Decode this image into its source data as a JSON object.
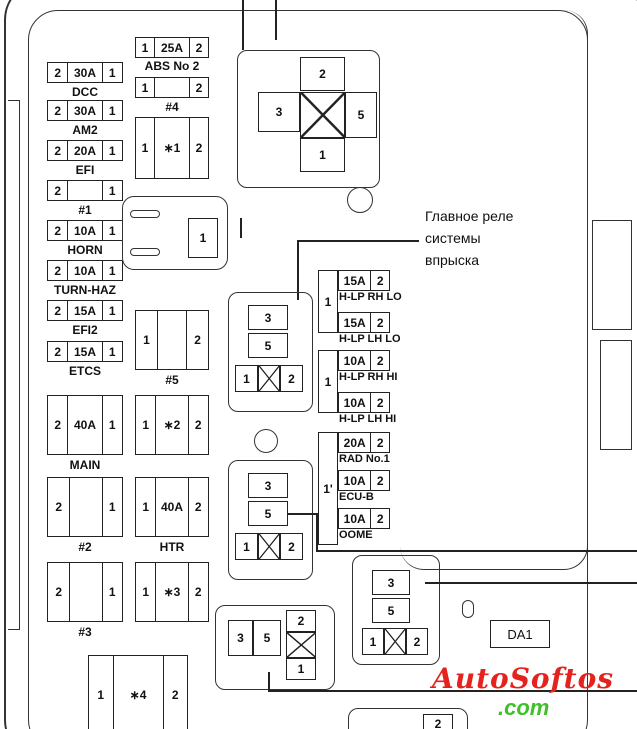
{
  "left_fuses": [
    {
      "pin_a": "2",
      "rating": "30A",
      "pin_b": "1",
      "name": "DCC"
    },
    {
      "pin_a": "2",
      "rating": "30A",
      "pin_b": "1",
      "name": "AM2"
    },
    {
      "pin_a": "2",
      "rating": "20A",
      "pin_b": "1",
      "name": "EFI"
    },
    {
      "pin_a": "2",
      "rating": "",
      "pin_b": "1",
      "name": "#1"
    },
    {
      "pin_a": "2",
      "rating": "10A",
      "pin_b": "1",
      "name": "HORN"
    },
    {
      "pin_a": "2",
      "rating": "10A",
      "pin_b": "1",
      "name": "TURN-HAZ"
    },
    {
      "pin_a": "2",
      "rating": "15A",
      "pin_b": "1",
      "name": "EFI2"
    },
    {
      "pin_a": "2",
      "rating": "15A",
      "pin_b": "1",
      "name": "ETCS"
    }
  ],
  "abs": {
    "pin_a": "1",
    "rating": "25A",
    "pin_b": "2",
    "name": "ABS No 2"
  },
  "f4": {
    "pin_a": "1",
    "pin_b": "2",
    "name": "#4"
  },
  "star1": {
    "pin_a": "1",
    "mid": "∗1",
    "pin_b": "2"
  },
  "connector": {
    "pin": "1"
  },
  "f5": {
    "pin_a": "1",
    "pin_b": "2",
    "name": "#5"
  },
  "main": {
    "pin_a": "2",
    "rating": "40A",
    "pin_b": "1",
    "name": "MAIN"
  },
  "star2": {
    "pin_a": "1",
    "mid": "∗2",
    "pin_b": "2"
  },
  "f2": {
    "pin_a": "2",
    "pin_b": "1",
    "name": "#2"
  },
  "htr": {
    "pin_a": "1",
    "rating": "40A",
    "pin_b": "2",
    "name": "HTR"
  },
  "f3": {
    "pin_a": "2",
    "pin_b": "1",
    "name": "#3"
  },
  "star3": {
    "pin_a": "1",
    "mid": "∗3",
    "pin_b": "2"
  },
  "star4": {
    "pin_a": "1",
    "mid": "∗4",
    "pin_b": "2"
  },
  "top_relay": {
    "p2": "2",
    "p3": "3",
    "p5": "5",
    "p1": "1"
  },
  "relay_a": {
    "p3": "3",
    "p5": "5",
    "p1": "1",
    "p2": "2"
  },
  "relay_b": {
    "p3": "3",
    "p5": "5",
    "p1": "1",
    "p2": "2"
  },
  "relay_c": {
    "p3": "3",
    "p5": "5",
    "p1": "1",
    "p2": "2"
  },
  "relay_d": {
    "p3": "3",
    "p5": "5",
    "p2": "2",
    "p1": "1"
  },
  "callout": {
    "line1": "Главное реле",
    "line2": "системы",
    "line3": "впрыска"
  },
  "right_fuses": {
    "g1": {
      "common": "1",
      "f1": "15A",
      "f1p": "2",
      "n1": "H-LP RH LO",
      "f2": "15A",
      "f2p": "2",
      "n2": "H-LP LH LO"
    },
    "g2": {
      "common": "1",
      "f1": "10A",
      "f1p": "2",
      "n1": "H-LP RH HI",
      "f2": "10A",
      "f2p": "2",
      "n2": "H-LP LH HI"
    },
    "g3": {
      "common": "1'",
      "f1": "20A",
      "f1p": "2",
      "n1": "RAD No.1",
      "f2": "10A",
      "f2p": "2",
      "n2": "ECU-B",
      "f3": "10A",
      "f3p": "2",
      "n3": "OOME"
    }
  },
  "da1": "DA1",
  "bottom_pin": "2",
  "watermark": {
    "main": "AutoSoftos",
    "sub": ".com"
  }
}
